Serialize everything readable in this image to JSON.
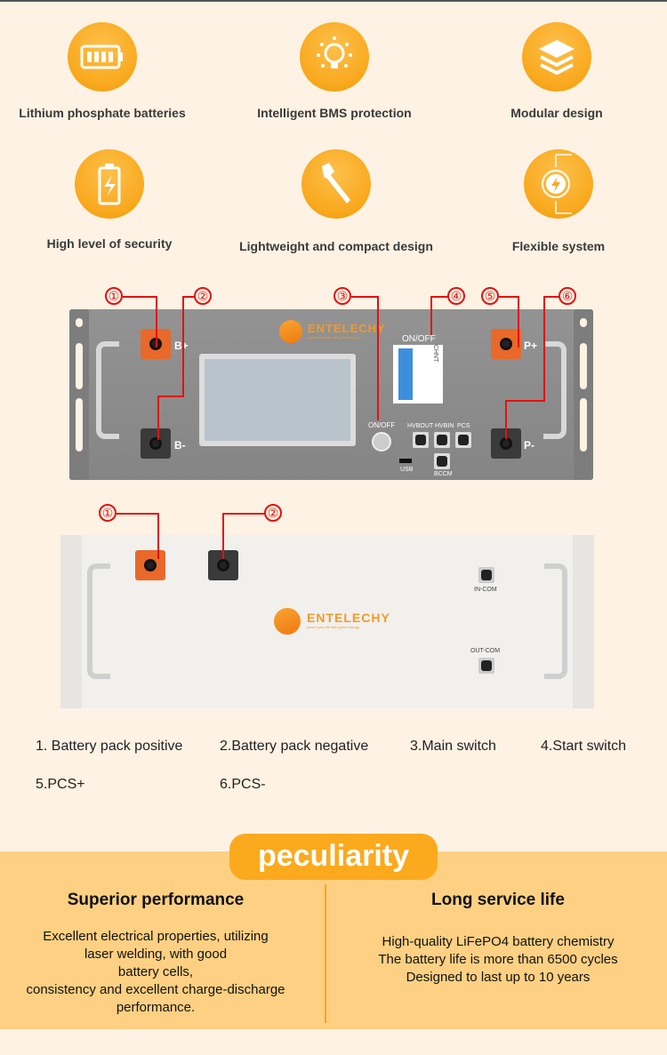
{
  "features": [
    {
      "label": "Lithium phosphate batteries",
      "icon": "battery-icon"
    },
    {
      "label": "Intelligent BMS protection",
      "icon": "lightbulb-icon"
    },
    {
      "label": "Modular design",
      "icon": "layers-icon"
    },
    {
      "label": "High level of security",
      "icon": "battery-charge-icon"
    },
    {
      "label": "Lightweight and compact design",
      "icon": "wrench-icon"
    },
    {
      "label": "Flexible system",
      "icon": "lightning-icon"
    }
  ],
  "front_panel": {
    "callouts": [
      "①",
      "②",
      "③",
      "④",
      "⑤",
      "⑥"
    ],
    "brand": "ENTELECHY",
    "tagline": "power your life with green energy",
    "b_plus": "B+",
    "b_minus": "B-",
    "p_plus": "P+",
    "p_minus": "P-",
    "breaker_label": "ON/OFF",
    "breaker_brand": "CHNT",
    "switch_label": "ON/OFF",
    "ports": [
      "HVBOUT",
      "HVBIN",
      "PCS",
      "BCCM"
    ],
    "usb": "USB"
  },
  "rear_panel": {
    "callouts": [
      "①",
      "②"
    ],
    "brand": "ENTELECHY",
    "tagline": "power your life with green energy",
    "in_com": "IN-COM",
    "out_com": "OUT-COM"
  },
  "legend": [
    "1. Battery pack positive",
    "2.Battery pack negative",
    "3.Main switch",
    "4.Start switch",
    "5.PCS+",
    "6.PCS-"
  ],
  "peculiarity": {
    "title": "peculiarity",
    "left": {
      "heading": "Superior performance",
      "lines": [
        "Excellent electrical properties, utilizing",
        "laser welding, with good",
        "battery cells,",
        "consistency and excellent charge-discharge",
        "performance."
      ]
    },
    "right": {
      "heading": "Long service life",
      "lines": [
        "High-quality LiFePO4 battery chemistry",
        "The battery life is more than 6500 cycles",
        "Designed to last up to 10 years"
      ]
    }
  },
  "colors": {
    "accent": "#fbaa1d",
    "band": "#fdd083",
    "background": "#fdf2e3",
    "callout": "#e51010"
  }
}
